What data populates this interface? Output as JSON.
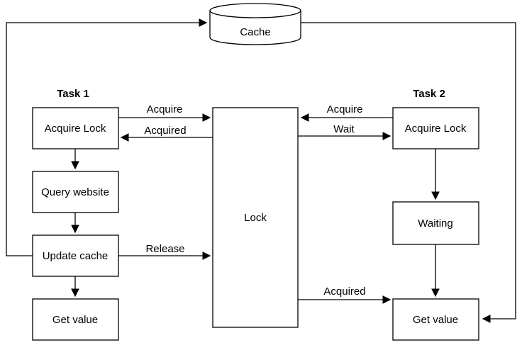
{
  "diagram": {
    "cache": {
      "label": "Cache"
    },
    "lock": {
      "label": "Lock"
    },
    "task1": {
      "header": "Task 1",
      "nodes": [
        "Acquire Lock",
        "Query website",
        "Update cache",
        "Get value"
      ]
    },
    "task2": {
      "header": "Task 2",
      "nodes": [
        "Acquire Lock",
        "Waiting",
        "Get value"
      ]
    },
    "edges": {
      "t1_acquire": {
        "label": "Acquire"
      },
      "t1_acquired": {
        "label": "Acquired"
      },
      "t2_acquire": {
        "label": "Acquire"
      },
      "t2_wait": {
        "label": "Wait"
      },
      "release": {
        "label": "Release"
      },
      "acquired_final": {
        "label": "Acquired"
      }
    },
    "colors": {
      "stroke": "#000000",
      "fill": "#ffffff",
      "text": "#000000"
    }
  }
}
